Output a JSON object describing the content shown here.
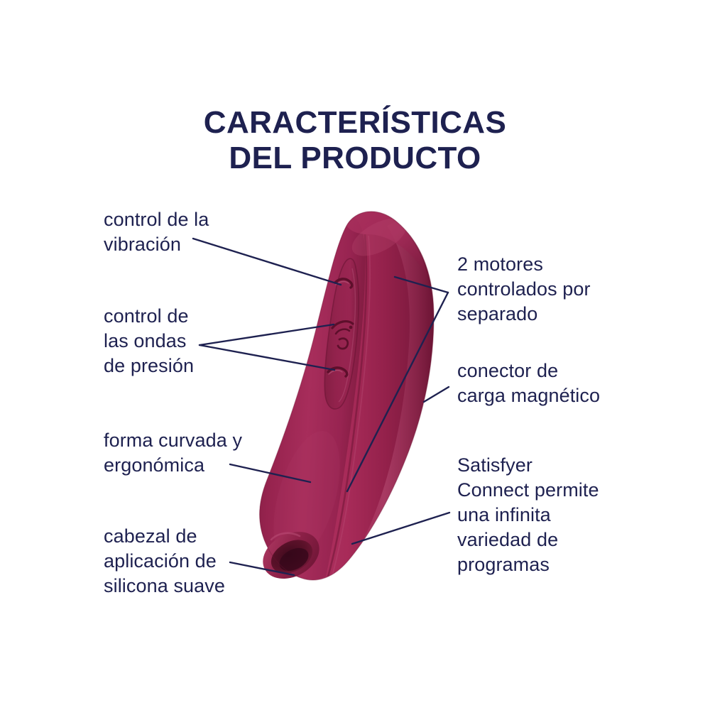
{
  "page": {
    "background_color": "#ffffff",
    "text_color": "#1e2150",
    "product_color": "#9e2352",
    "product_color_dark": "#6d1738",
    "product_color_light": "#b03a64"
  },
  "title": {
    "line1": "CARACTERÍSTICAS",
    "line2": "DEL PRODUCTO"
  },
  "labels": {
    "vibration_control": "control de la\nvibración",
    "pressure_wave_control": "control de\nlas ondas\nde presión",
    "curved_shape": "forma curvada y\nergonómica",
    "silicone_head": "cabezal de\naplicación de\nsilicona suave",
    "two_motors": "2 motores\ncontrolados por\nseparado",
    "magnetic_charger": "conector de\ncarga magnético",
    "satisfyer_connect": "Satisfyer\nConnect permite\nuna infinita\nvariedad de\nprogramas"
  },
  "product": {
    "name": "satisfyer-curvy-device",
    "buttons": [
      {
        "name": "vibration-button",
        "glyph": "wave-arc"
      },
      {
        "name": "pressure-wave-button",
        "glyph": "wave-spiral"
      },
      {
        "name": "pressure-intensity-button",
        "glyph": "wave-arc"
      }
    ],
    "nozzle": "silicone-application-head"
  }
}
